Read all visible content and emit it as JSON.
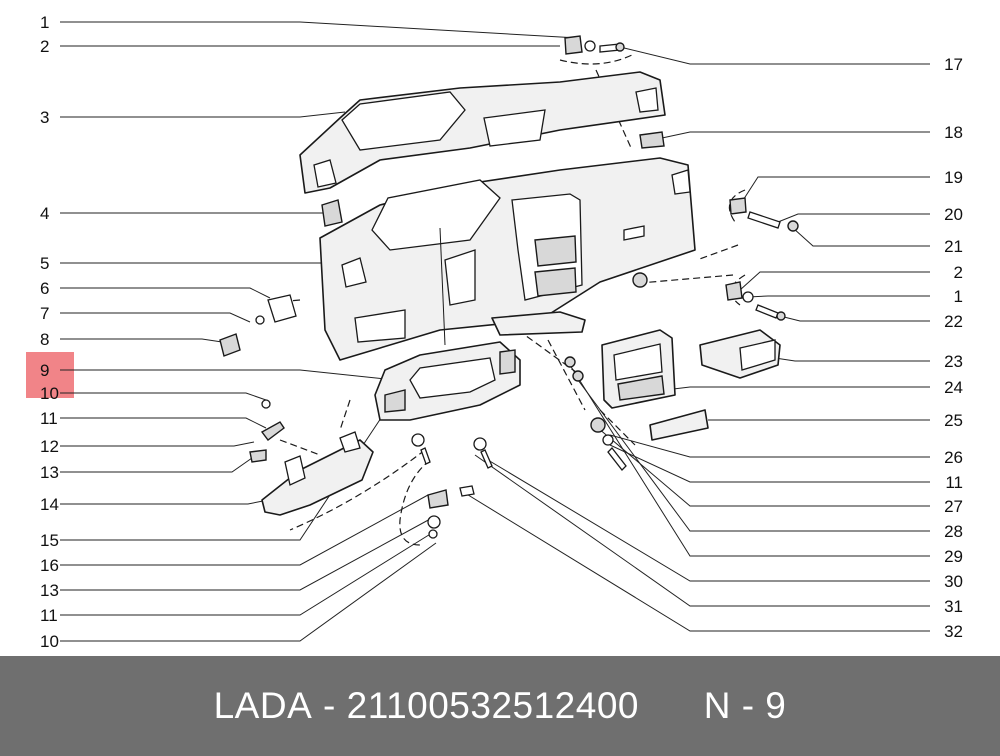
{
  "footer": {
    "brand": "LADA",
    "separator": " - ",
    "part_number": "21100532512400",
    "callout_ref": "N - 9"
  },
  "highlight": {
    "color": "#ef6f73",
    "callout": "9"
  },
  "callouts_left": [
    "1",
    "2",
    "3",
    "4",
    "5",
    "6",
    "7",
    "8",
    "9",
    "10",
    "11",
    "12",
    "13",
    "14",
    "15",
    "16",
    "13",
    "11",
    "10"
  ],
  "callouts_right": [
    "17",
    "18",
    "19",
    "20",
    "21",
    "2",
    "1",
    "22",
    "23",
    "24",
    "25",
    "26",
    "11",
    "27",
    "28",
    "29",
    "30",
    "31",
    "32"
  ]
}
